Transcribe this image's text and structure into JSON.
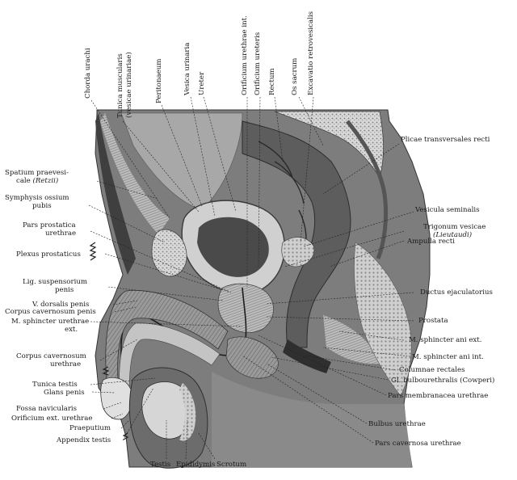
{
  "labels_top": [
    "Chorda urachi",
    "Tunica muscularis",
    "(vesicae urinariae)",
    "Peritonaeum",
    "Vesica urinaria",
    "Ureter",
    "Orificium urethrae int.",
    "Orificium ureteris",
    "Rectum",
    "Os sacrum",
    "Excavatio retrovesicalis"
  ],
  "labels_left": [
    "Spatium praevesi-",
    "cale",
    "(Retzii)",
    "Symphysis ossium",
    "pubis",
    "Pars prostatica",
    "urethrae",
    "Plexus prostaticus",
    "Lig. suspensorium",
    "penis",
    "V. dorsalis penis",
    "Corpus cavernosum penis",
    "M. sphincter urethrae",
    "ext.",
    "Corpus cavernosum",
    "urethrae",
    "Tunica testis",
    "Glans penis",
    "Fossa navicularis",
    "Orificium ext. urethrae",
    "Praeputium",
    "Appendix testis"
  ],
  "labels_right": [
    "Plicae transversales recti",
    "Vesicula seminalis",
    "Trigonum vesicae",
    "(Lieutaudi)",
    "Ampulla recti",
    "Ductus ejaculatorius",
    "Prostata",
    "M. sphincter ani ext.",
    "M. sphincter ani int.",
    "Columnae rectales",
    "Gl. bulbourethralis (Cowperi)",
    "Pars membranacea urethrae",
    "Bulbus urethrae",
    "Pars cavernosa urethrae"
  ],
  "labels_bottom": [
    "Testis",
    "Epididymis",
    "Scrotum"
  ]
}
